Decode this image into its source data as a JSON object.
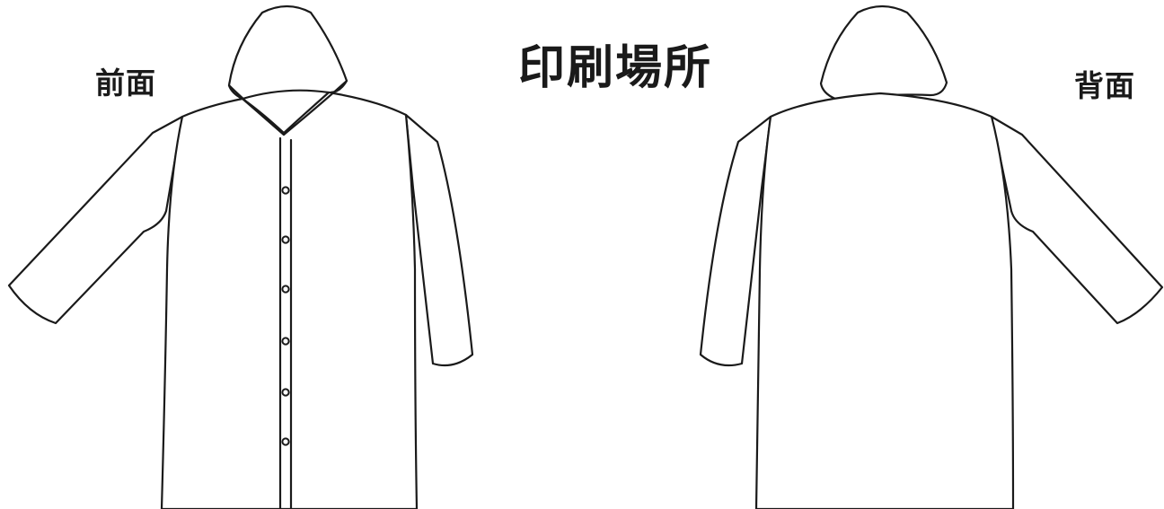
{
  "labels": {
    "front": "前面",
    "back": "背面",
    "title": "印刷場所"
  },
  "front_view": {
    "button_count": 6
  },
  "colors": {
    "line": "#1a1a1a",
    "background": "#ffffff"
  }
}
